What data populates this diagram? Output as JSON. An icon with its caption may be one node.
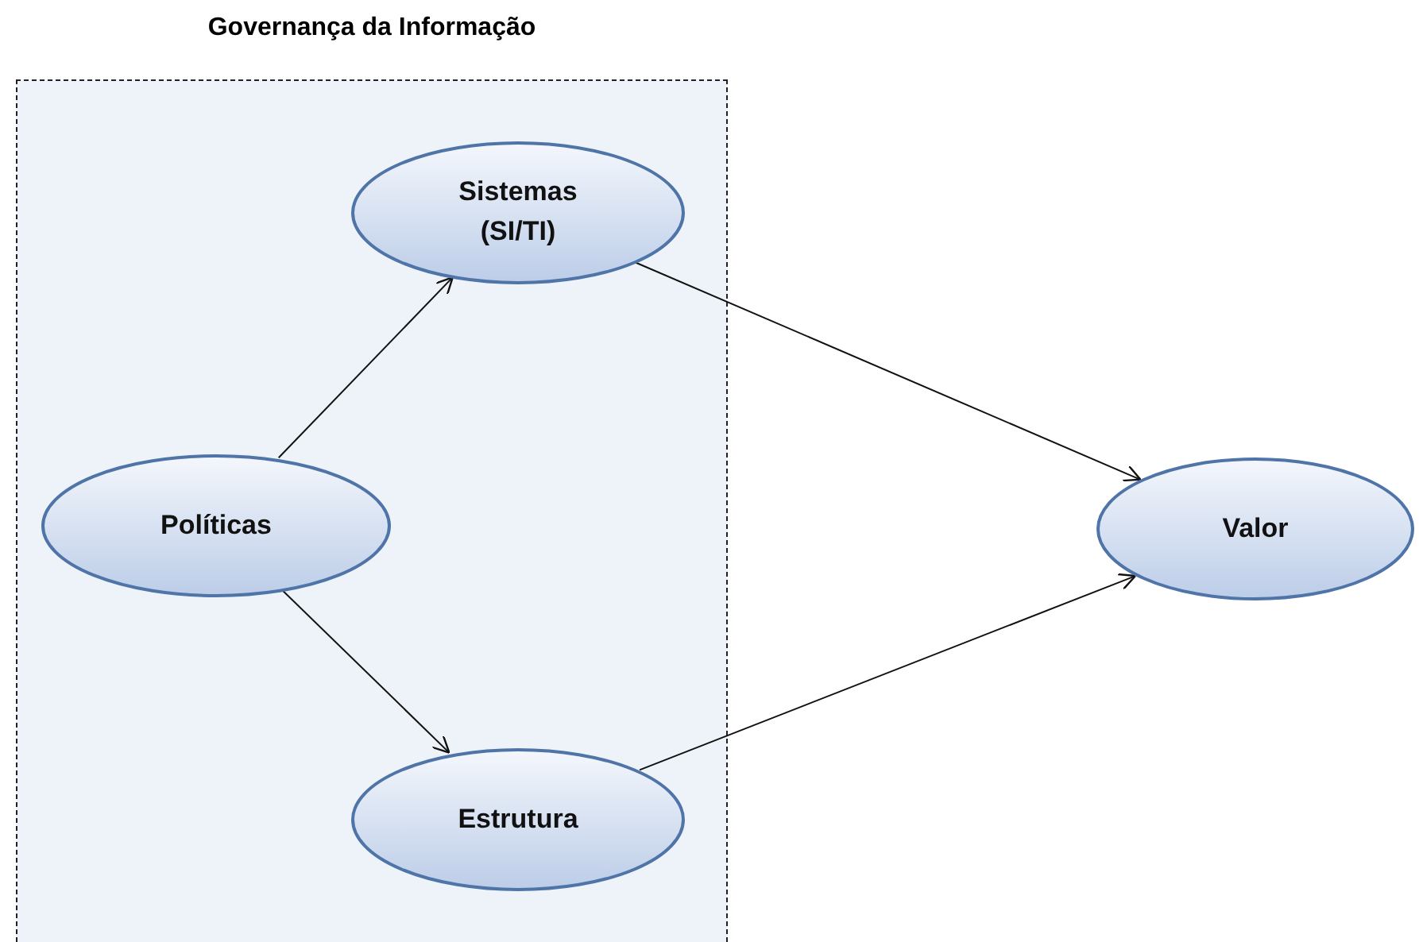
{
  "diagram": {
    "nodes": [
      {
        "text": [
          "Governança da Informação"
        ]
      },
      {
        "text": [
          "Sistemas (SI/TI)"
        ],
        "in": 0
      },
      {
        "text": [
          "Políticas"
        ],
        "in": 0
      },
      {
        "text": [
          "Estrutura"
        ],
        "in": 0
      },
      {
        "text": [
          "Valor"
        ]
      }
    ],
    "edges": [
      {
        "from": 2,
        "to": 1,
        "arrow": "to"
      },
      {
        "from": 2,
        "to": 3,
        "arrow": "to"
      },
      {
        "from": 1,
        "to": 4,
        "arrow": "to"
      },
      {
        "from": 3,
        "to": 4,
        "arrow": "to"
      }
    ]
  }
}
